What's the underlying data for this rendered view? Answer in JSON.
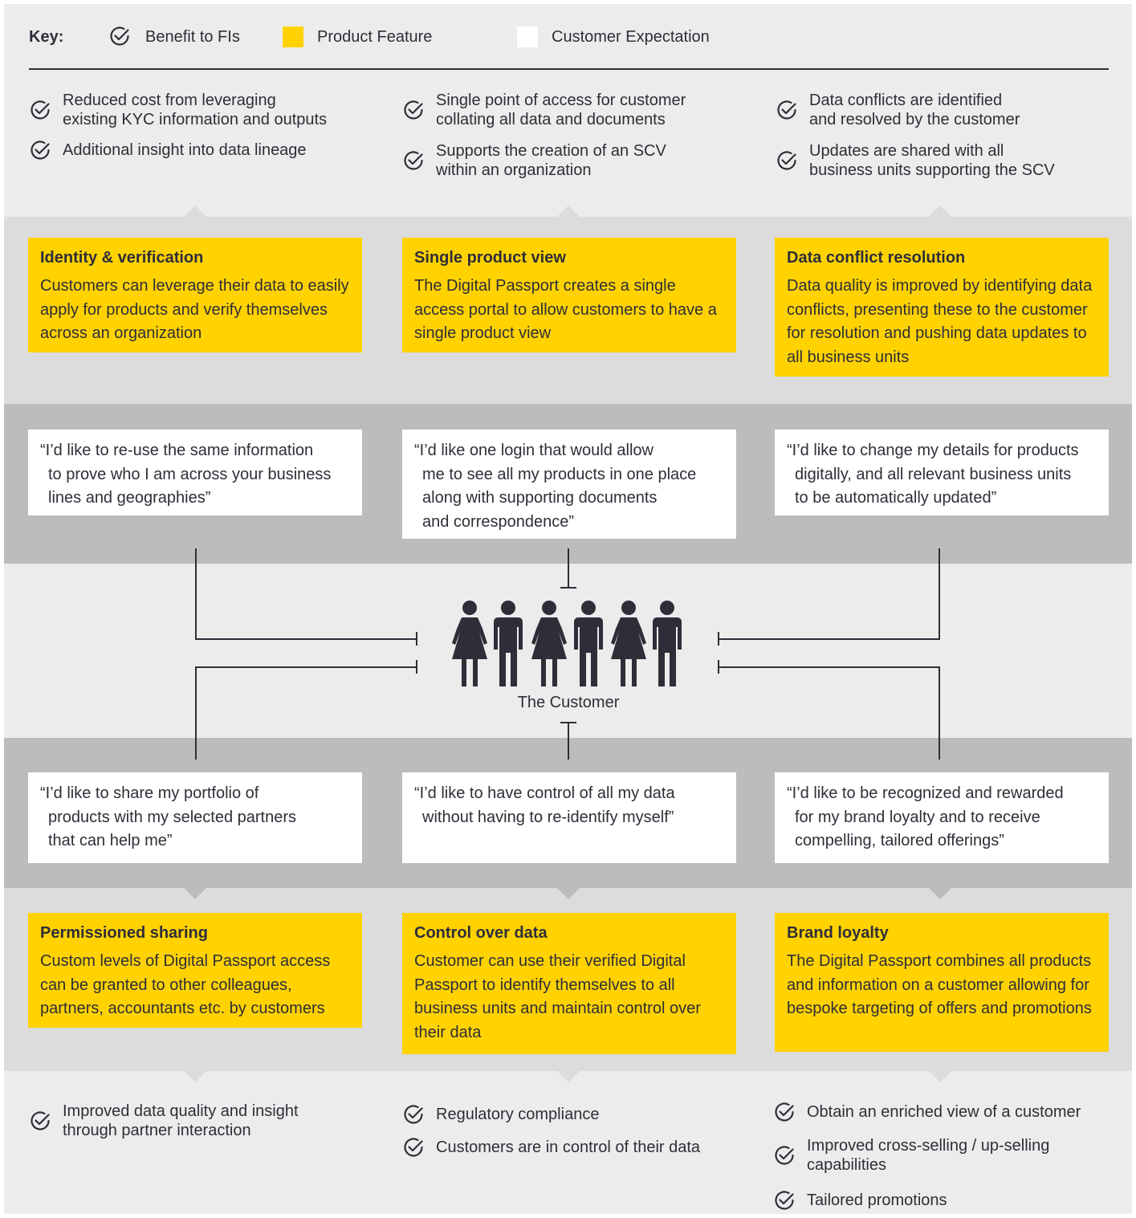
{
  "key": {
    "label": "Key:",
    "items": [
      {
        "label": "Benefit to FIs",
        "icon": "check-circle-icon"
      },
      {
        "label": "Product Feature",
        "swatch": "#ffd200"
      },
      {
        "label": "Customer Expectation",
        "swatch": "#ffffff"
      }
    ]
  },
  "colors": {
    "accent": "#ffd200",
    "text": "#2e2e38",
    "band_light": "#ececec",
    "band_mid": "#dcdcdc",
    "band_dark": "#bcbcbc"
  },
  "top_benefits": [
    [
      "Reduced cost from leveraging\nexisting KYC information and outputs",
      "Additional insight into data lineage"
    ],
    [
      "Single point of access for customer\ncollating all data and documents",
      "Supports the creation of an SCV\nwithin an organization"
    ],
    [
      "Data conflicts are identified\nand resolved by the customer",
      "Updates are shared with all\nbusiness units supporting the SCV"
    ]
  ],
  "top_features": [
    {
      "title": "Identity & verification",
      "text": "Customers can leverage their data to easily apply for products and verify themselves across an organization"
    },
    {
      "title": "Single product view",
      "text": "The Digital Passport creates a single access portal to allow customers to have a single product view"
    },
    {
      "title": "Data conflict resolution",
      "text": "Data quality is improved by identifying data conflicts, presenting these to the customer for resolution and pushing data updates to all business units"
    }
  ],
  "top_quotes": [
    "“I’d like to re-use the same information\nto prove who I am across your business\nlines and geographies”",
    "“I’d like one login that would allow\nme to see all my products in one place\nalong with supporting documents\nand correspondence”",
    "“I’d like to change my details for products\ndigitally, and all relevant business units\nto be automatically updated”"
  ],
  "center": {
    "label": "The Customer",
    "icon": "people-group-icon"
  },
  "bottom_quotes": [
    "“I’d like to share my portfolio of\nproducts with my selected partners\nthat can help me”",
    "“I’d like to have control of all my data\nwithout having to re-identify myself”",
    "“I’d like to be recognized and rewarded\nfor my brand loyalty and to receive\ncompelling, tailored offerings”"
  ],
  "bottom_features": [
    {
      "title": "Permissioned sharing",
      "text": "Custom levels of Digital Passport access can be granted to other colleagues, partners, accountants etc. by customers"
    },
    {
      "title": "Control over data",
      "text": "Customer can use their verified Digital Passport to identify themselves to all business units and maintain control over their data"
    },
    {
      "title": "Brand loyalty",
      "text": "The Digital Passport combines all products and information on a customer allowing for bespoke targeting of offers and promotions"
    }
  ],
  "bottom_benefits": [
    [
      "Improved data quality and insight\nthrough partner interaction"
    ],
    [
      "Regulatory compliance",
      "Customers are in control of their data"
    ],
    [
      "Obtain an enriched view of a customer",
      "Improved cross-selling / up-selling\ncapabilities",
      "Tailored promotions"
    ]
  ]
}
